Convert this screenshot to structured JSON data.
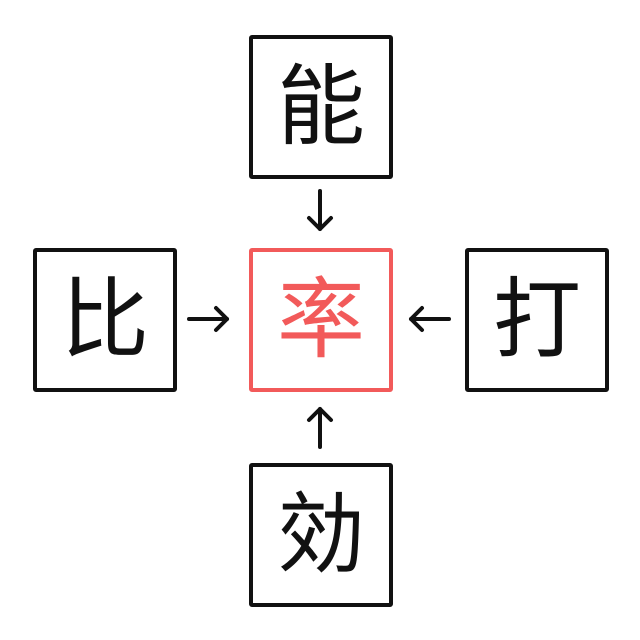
{
  "puzzle": {
    "top": "能",
    "left": "比",
    "center": "率",
    "right": "打",
    "bottom": "効"
  },
  "colors": {
    "answer": "#f25a5a",
    "outline": "#111111"
  }
}
